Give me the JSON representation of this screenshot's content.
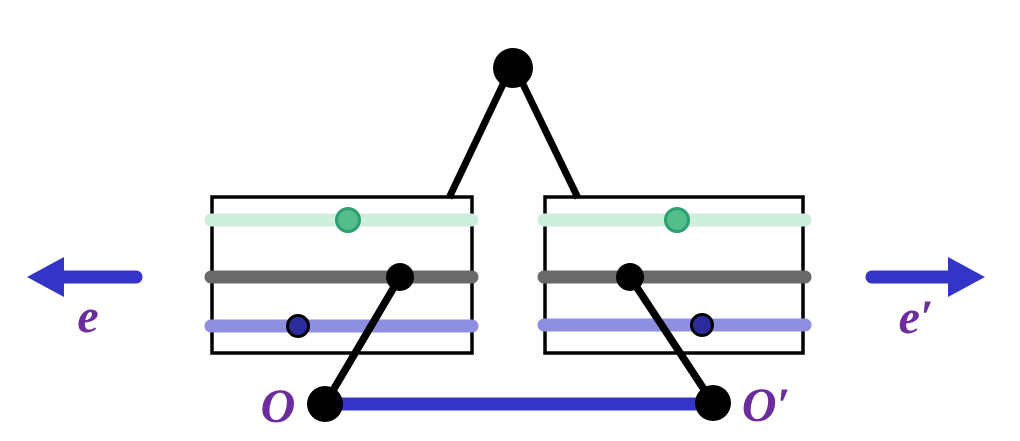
{
  "diagram": {
    "labels": {
      "left_arrow": "e",
      "right_arrow": "e′",
      "left_origin": "O",
      "right_origin": "O′"
    },
    "colors": {
      "black": "#000000",
      "white": "#ffffff",
      "blue": "#3434c9",
      "label_purple": "#6b2d9e",
      "bar_mint": "#cdeedd",
      "bar_gray": "#696969",
      "bar_lavender": "#8f8fe2",
      "dot_green_fill": "#53bd8b",
      "dot_green_stroke": "#2ba06e",
      "dot_navy_fill": "#2b2b9b"
    }
  }
}
